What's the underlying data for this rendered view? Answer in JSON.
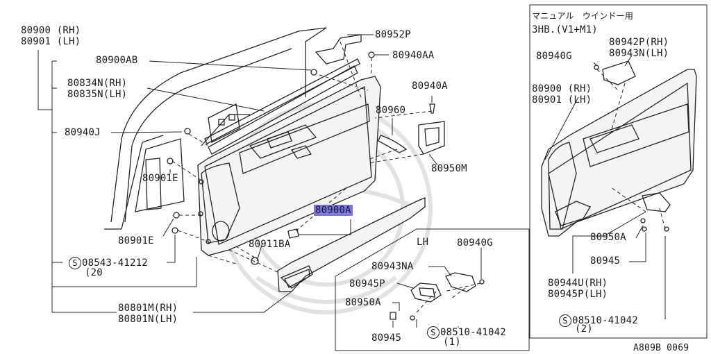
{
  "labels": {
    "p80900_rh": "80900 (RH)",
    "p80901_lh": "80901 (LH)",
    "p80900ab": "80900AB",
    "p80834n": "80834N(RH)",
    "p80835n": "80835N(LH)",
    "p80940j": "80940J",
    "p80901e_a": "80901E",
    "p80901e_b": "80901E",
    "p08543_num": "08543-41212",
    "p08543_qty": "(20",
    "p80801m": "80801M(RH)",
    "p80801n": "80801N(LH)",
    "p80952p": "80952P",
    "p80940aa": "80940AA",
    "p80940a": "80940A",
    "p80960": "80960",
    "p80950m": "80950M",
    "p80900a": "80900A",
    "p80911ba": "80911BA",
    "lh_title": "LH",
    "p80940g_lh": "80940G",
    "p80943na": "80943NA",
    "p80945p_lh": "80945P",
    "p80950a_lh": "80950A",
    "p80945_lh": "80945",
    "p08510_lh_num": "08510-41042",
    "p08510_lh_qty": "(1)",
    "inset_title1": "マニュアル　ウインドー用",
    "inset_title2": "3HB.(V1+M1)",
    "p80940g_in": "80940G",
    "p80942p": "80942P(RH)",
    "p80943n": "80943N(LH)",
    "p80900_in_rh": "80900 (RH)",
    "p80901_in_lh": "80901 (LH)",
    "p80950a_in": "80950A",
    "p80945_in": "80945",
    "p80944u": "80944U(RH)",
    "p80945p_in": "80945P(LH)",
    "p08510_in_num": "08510-41042",
    "p08510_in_qty": "(2)",
    "s_mark": "S",
    "diagram_code": "A809B 0069"
  }
}
